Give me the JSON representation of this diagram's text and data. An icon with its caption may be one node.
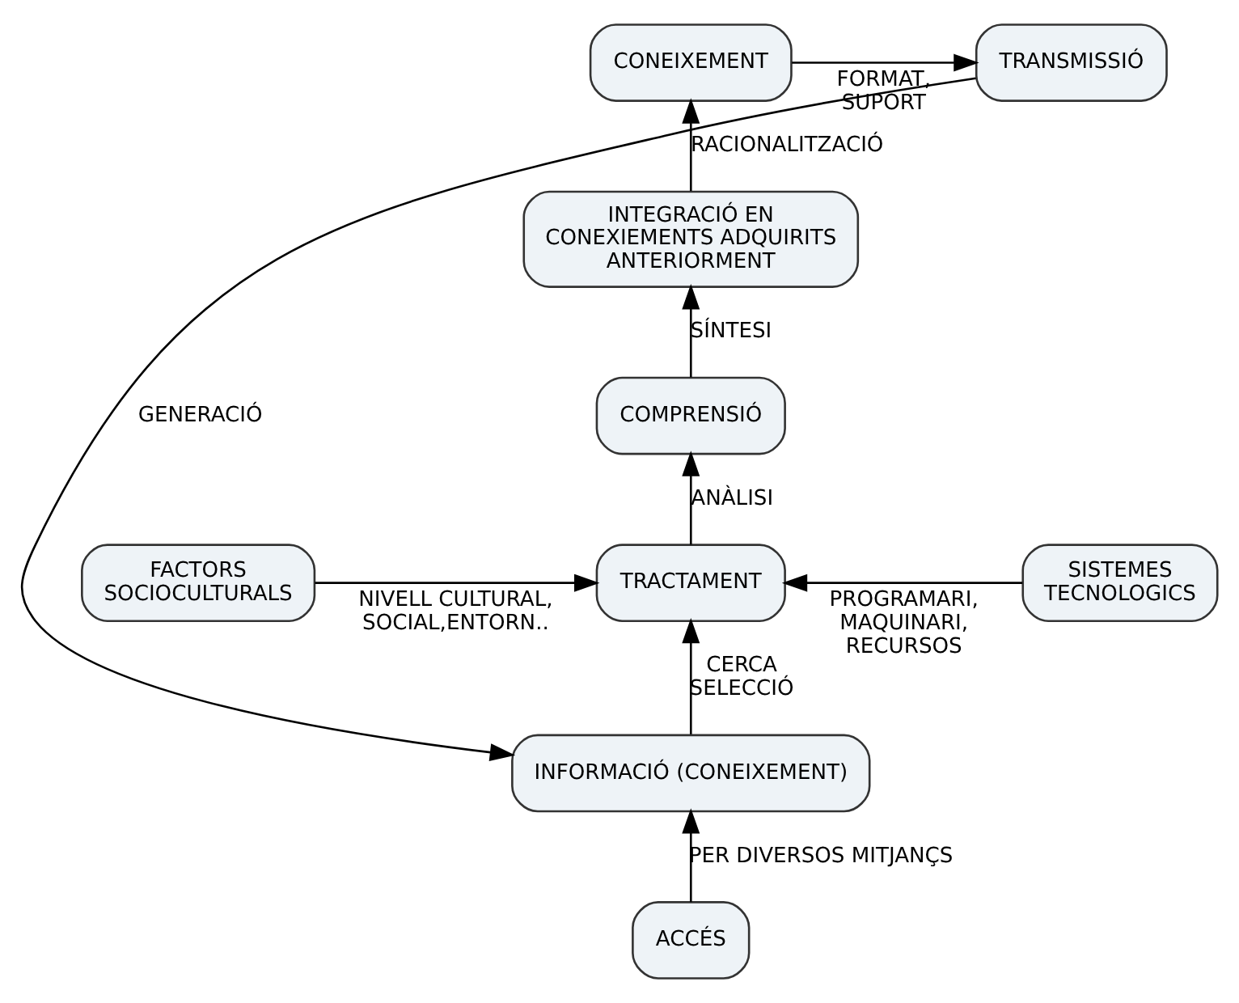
{
  "diagram": {
    "nodes": [
      {
        "text": [
          "CONEIXEMENT"
        ]
      },
      {
        "text": [
          "TRANSMISSIÓ"
        ]
      },
      {
        "text": [
          "INTEGRACIÓ EN CONEXIEMENTS ADQUIRITS ANTERIORMENT"
        ]
      },
      {
        "text": [
          "COMPRENSIÓ"
        ]
      },
      {
        "text": [
          "FACTORS SOCIOCULTURALS"
        ]
      },
      {
        "text": [
          "TRACTAMENT"
        ]
      },
      {
        "text": [
          "SISTEMES TECNOLOGICS"
        ]
      },
      {
        "text": [
          "INFORMACIÓ (CONEIXEMENT)"
        ]
      },
      {
        "text": [
          "ACCÉS"
        ]
      }
    ],
    "edges": [
      {
        "from": 0,
        "to": 1,
        "arrow": "to",
        "label": "FORMAT, SUPORT"
      },
      {
        "from": 2,
        "to": 0,
        "arrow": "to",
        "label": "RACIONALITZACIÓ"
      },
      {
        "from": 3,
        "to": 2,
        "arrow": "to",
        "label": "SÍNTESI"
      },
      {
        "from": 5,
        "to": 3,
        "arrow": "to",
        "label": "ANÀLISI"
      },
      {
        "from": 4,
        "to": 5,
        "arrow": "to",
        "label": "NIVELL CULTURAL, SOCIAL,ENTORN.."
      },
      {
        "from": 6,
        "to": 5,
        "arrow": "to",
        "label": "PROGRAMARI, MAQUINARI, RECURSOS"
      },
      {
        "from": 7,
        "to": 5,
        "arrow": "to",
        "label": "CERCA SELECCIÓ"
      },
      {
        "from": 8,
        "to": 7,
        "arrow": "to",
        "label": "PER DIVERSOS MITJANÇS"
      },
      {
        "from": 1,
        "to": 7,
        "arrow": "to",
        "label": "GENERACIÓ"
      }
    ]
  }
}
